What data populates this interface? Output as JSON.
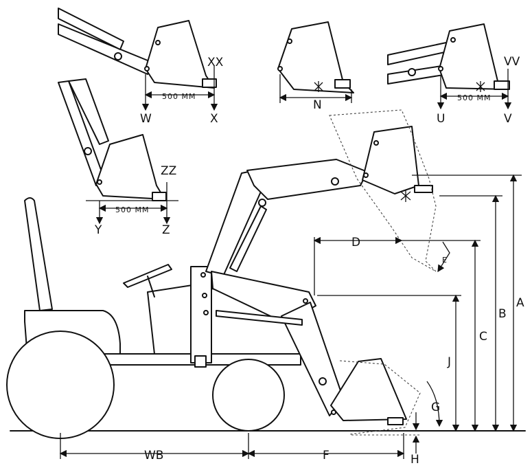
{
  "labels": {
    "A": "A",
    "B": "B",
    "C": "C",
    "D": "D",
    "E": "E",
    "F": "F",
    "G": "G",
    "H": "H",
    "J": "J",
    "N": "N",
    "U": "U",
    "V": "V",
    "VV": "VV",
    "W": "W",
    "X": "X",
    "XX": "XX",
    "Y": "Y",
    "Z": "Z",
    "ZZ": "ZZ",
    "WB": "WB"
  },
  "dimension_500mm": "500 MM"
}
